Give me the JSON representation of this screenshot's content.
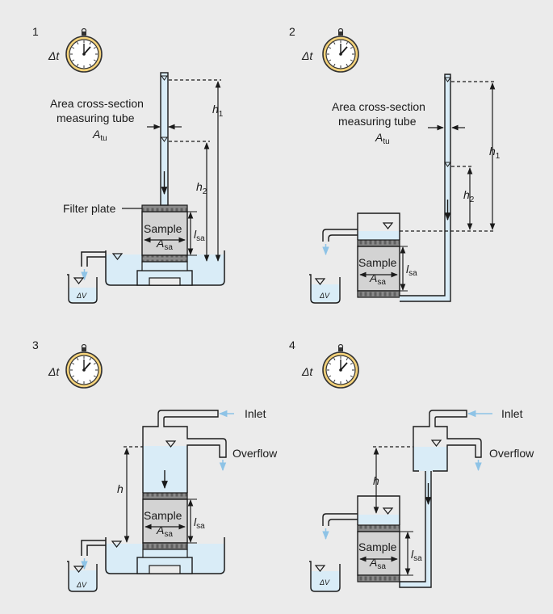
{
  "panels": [
    {
      "number": "1",
      "dt": "Δt",
      "dv": "ΔV",
      "area_label_1": "Area cross-section",
      "area_label_2": "measuring tube",
      "a_tu": "A",
      "a_tu_sub": "tu",
      "h1": "h",
      "h1_sub": "1",
      "h2": "h",
      "h2_sub": "2",
      "filter_label": "Filter plate",
      "sample": "Sample",
      "a_sa": "A",
      "a_sa_sub": "sa",
      "l_sa": "l",
      "l_sa_sub": "sa"
    },
    {
      "number": "2",
      "dt": "Δt",
      "dv": "ΔV",
      "area_label_1": "Area cross-section",
      "area_label_2": "measuring tube",
      "a_tu": "A",
      "a_tu_sub": "tu",
      "h1": "h",
      "h1_sub": "1",
      "h2": "h",
      "h2_sub": "2",
      "sample": "Sample",
      "a_sa": "A",
      "a_sa_sub": "sa",
      "l_sa": "l",
      "l_sa_sub": "sa"
    },
    {
      "number": "3",
      "dt": "Δt",
      "dv": "ΔV",
      "inlet": "Inlet",
      "overflow": "Overflow",
      "h": "h",
      "sample": "Sample",
      "a_sa": "A",
      "a_sa_sub": "sa",
      "l_sa": "l",
      "l_sa_sub": "sa"
    },
    {
      "number": "4",
      "dt": "Δt",
      "dv": "ΔV",
      "inlet": "Inlet",
      "overflow": "Overflow",
      "h": "h",
      "sample": "Sample",
      "a_sa": "A",
      "a_sa_sub": "sa",
      "l_sa": "l",
      "l_sa_sub": "sa"
    }
  ],
  "colors": {
    "background": "#ebebeb",
    "water": "#d9ecf7",
    "drop": "#8ec3e6",
    "sample": "#d3d3d3",
    "plate": "#808080",
    "line": "#1a1a1a"
  }
}
